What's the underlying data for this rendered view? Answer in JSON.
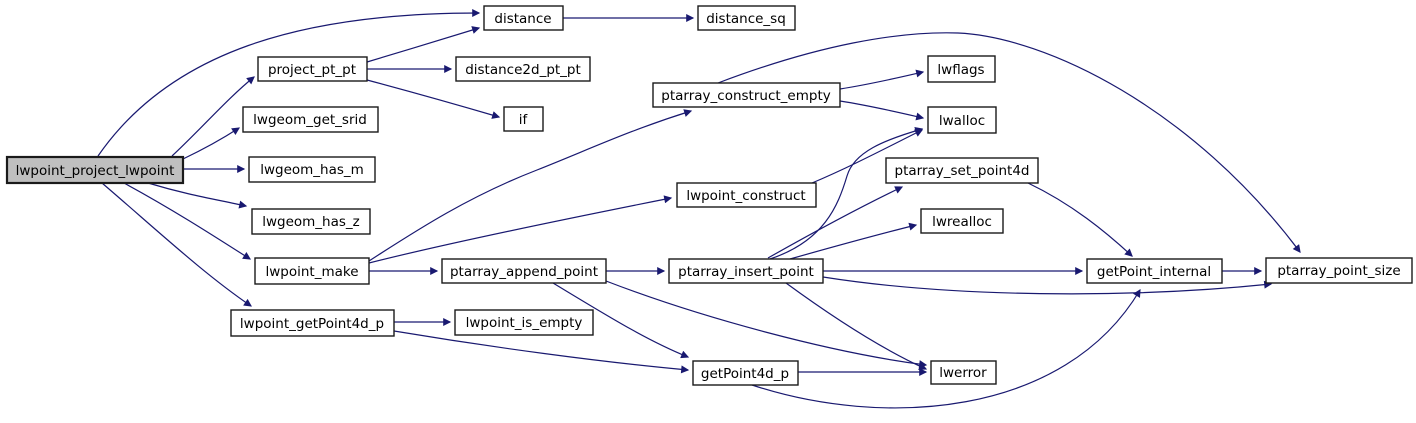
{
  "diagram": {
    "type": "call-graph",
    "root_function": "lwpoint_project_lwpoint"
  },
  "colors": {
    "edge_color": "#191970",
    "node_fill": "#ffffff",
    "node_border": "#1a1a1a",
    "highlight_fill": "#bfbfbf",
    "text_color": "#000000",
    "background": "#ffffff"
  },
  "nodes": [
    {
      "label": "lwpoint_project_lwpoint",
      "highlighted": true
    },
    {
      "label": "project_pt_pt",
      "highlighted": false
    },
    {
      "label": "distance",
      "highlighted": false
    },
    {
      "label": "distance_sq",
      "highlighted": false
    },
    {
      "label": "distance2d_pt_pt",
      "highlighted": false
    },
    {
      "label": "if",
      "highlighted": false
    },
    {
      "label": "lwgeom_get_srid",
      "highlighted": false
    },
    {
      "label": "lwgeom_has_m",
      "highlighted": false
    },
    {
      "label": "lwgeom_has_z",
      "highlighted": false
    },
    {
      "label": "lwpoint_make",
      "highlighted": false
    },
    {
      "label": "lwpoint_getPoint4d_p",
      "highlighted": false
    },
    {
      "label": "ptarray_construct_empty",
      "highlighted": false
    },
    {
      "label": "lwpoint_construct",
      "highlighted": false
    },
    {
      "label": "ptarray_append_point",
      "highlighted": false
    },
    {
      "label": "lwpoint_is_empty",
      "highlighted": false
    },
    {
      "label": "getPoint4d_p",
      "highlighted": false
    },
    {
      "label": "ptarray_insert_point",
      "highlighted": false
    },
    {
      "label": "lwflags",
      "highlighted": false
    },
    {
      "label": "lwalloc",
      "highlighted": false
    },
    {
      "label": "ptarray_set_point4d",
      "highlighted": false
    },
    {
      "label": "lwrealloc",
      "highlighted": false
    },
    {
      "label": "lwerror",
      "highlighted": false
    },
    {
      "label": "getPoint_internal",
      "highlighted": false
    },
    {
      "label": "ptarray_point_size",
      "highlighted": false
    }
  ],
  "edges": [
    {
      "from": "lwpoint_project_lwpoint",
      "to": "distance"
    },
    {
      "from": "lwpoint_project_lwpoint",
      "to": "project_pt_pt"
    },
    {
      "from": "lwpoint_project_lwpoint",
      "to": "lwgeom_get_srid"
    },
    {
      "from": "lwpoint_project_lwpoint",
      "to": "lwgeom_has_m"
    },
    {
      "from": "lwpoint_project_lwpoint",
      "to": "lwgeom_has_z"
    },
    {
      "from": "lwpoint_project_lwpoint",
      "to": "lwpoint_make"
    },
    {
      "from": "lwpoint_project_lwpoint",
      "to": "lwpoint_getPoint4d_p"
    },
    {
      "from": "project_pt_pt",
      "to": "distance"
    },
    {
      "from": "project_pt_pt",
      "to": "distance2d_pt_pt"
    },
    {
      "from": "project_pt_pt",
      "to": "if"
    },
    {
      "from": "distance",
      "to": "distance_sq"
    },
    {
      "from": "lwpoint_make",
      "to": "ptarray_construct_empty"
    },
    {
      "from": "lwpoint_make",
      "to": "lwpoint_construct"
    },
    {
      "from": "lwpoint_make",
      "to": "ptarray_append_point"
    },
    {
      "from": "lwpoint_getPoint4d_p",
      "to": "lwpoint_is_empty"
    },
    {
      "from": "lwpoint_getPoint4d_p",
      "to": "getPoint4d_p"
    },
    {
      "from": "ptarray_construct_empty",
      "to": "lwflags"
    },
    {
      "from": "ptarray_construct_empty",
      "to": "lwalloc"
    },
    {
      "from": "ptarray_construct_empty",
      "to": "ptarray_point_size"
    },
    {
      "from": "lwpoint_construct",
      "to": "lwalloc"
    },
    {
      "from": "ptarray_append_point",
      "to": "ptarray_insert_point"
    },
    {
      "from": "ptarray_append_point",
      "to": "getPoint4d_p"
    },
    {
      "from": "ptarray_append_point",
      "to": "lwerror"
    },
    {
      "from": "ptarray_insert_point",
      "to": "lwalloc"
    },
    {
      "from": "ptarray_insert_point",
      "to": "ptarray_set_point4d"
    },
    {
      "from": "ptarray_insert_point",
      "to": "lwrealloc"
    },
    {
      "from": "ptarray_insert_point",
      "to": "getPoint_internal"
    },
    {
      "from": "ptarray_insert_point",
      "to": "ptarray_point_size"
    },
    {
      "from": "ptarray_insert_point",
      "to": "lwerror"
    },
    {
      "from": "ptarray_set_point4d",
      "to": "getPoint_internal"
    },
    {
      "from": "getPoint4d_p",
      "to": "lwerror"
    },
    {
      "from": "getPoint4d_p",
      "to": "getPoint_internal"
    },
    {
      "from": "getPoint_internal",
      "to": "ptarray_point_size"
    }
  ]
}
